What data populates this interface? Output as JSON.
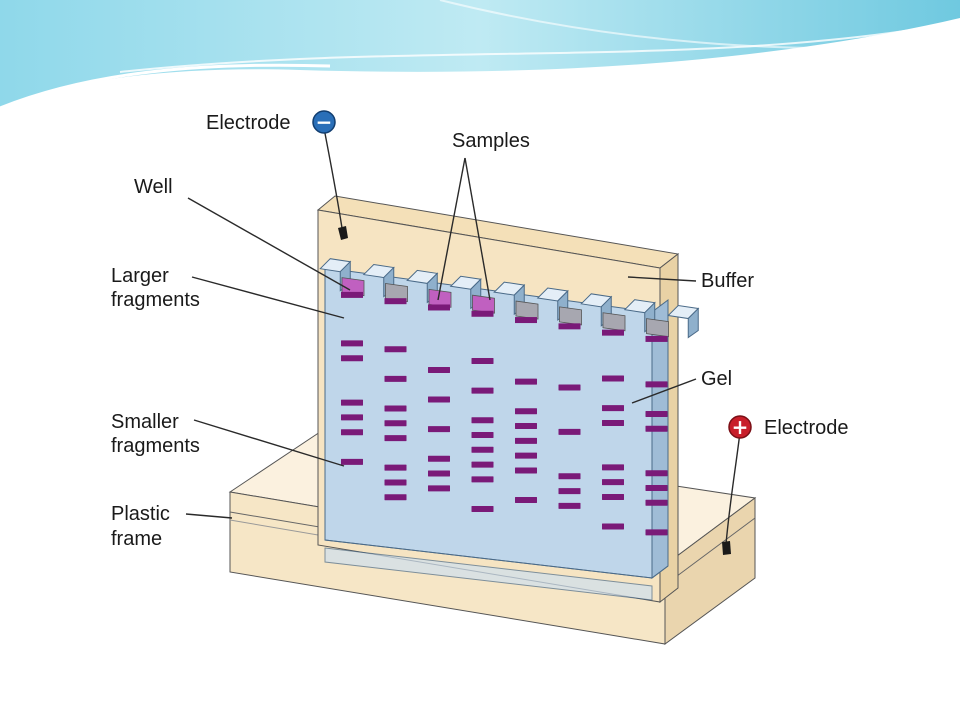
{
  "labels": {
    "electrode_negative": "Electrode",
    "samples": "Samples",
    "well": "Well",
    "larger_fragments_1": "Larger",
    "larger_fragments_2": "fragments",
    "buffer": "Buffer",
    "gel": "Gel",
    "smaller_fragments_1": "Smaller",
    "smaller_fragments_2": "fragments",
    "electrode_positive": "Electrode",
    "plastic_frame_1": "Plastic",
    "plastic_frame_2": "frame"
  },
  "symbols": {
    "negative": "−",
    "positive": "+"
  },
  "colors": {
    "banner": "#7fd3e6",
    "gel": "#bfd6ea",
    "buffer": "#f3dcb4",
    "band": "#7a1a78",
    "sample": "#c060c0",
    "negative_terminal": "#2a6fb8",
    "positive_terminal": "#c81e2a"
  },
  "lanes": 8,
  "bands": [
    [
      1,
      2,
      5,
      6,
      7,
      9
    ],
    [
      1,
      3,
      5,
      6,
      7,
      9,
      10,
      11
    ],
    [
      2,
      4,
      6,
      8,
      9,
      10
    ],
    [
      1,
      3,
      5,
      6,
      7,
      8,
      9,
      11
    ],
    [
      2,
      4,
      5,
      6,
      7,
      8,
      10
    ],
    [
      2,
      5,
      8,
      9,
      10
    ],
    [
      1,
      3,
      4,
      7,
      8,
      9,
      11
    ],
    [
      1,
      3,
      4,
      7,
      8,
      9,
      11
    ]
  ],
  "loaded_wells": [
    0,
    2,
    3
  ]
}
